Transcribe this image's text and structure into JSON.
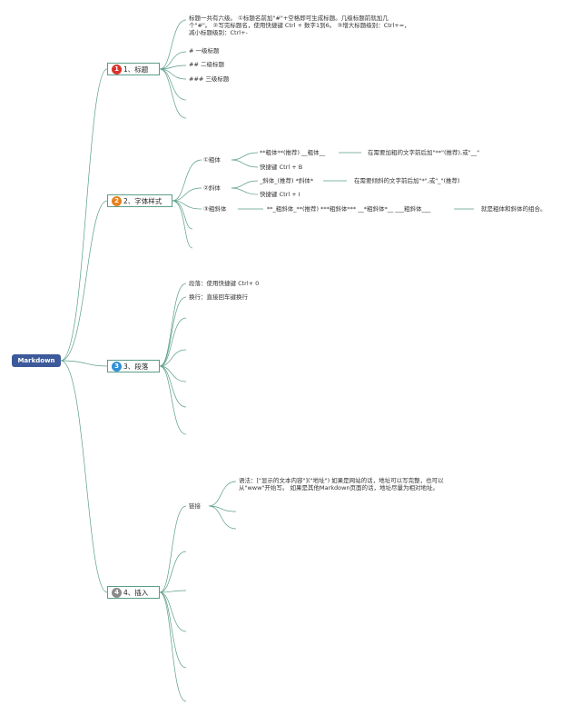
{
  "root": {
    "label": "Markdown"
  },
  "branches": [
    {
      "num": "1",
      "label": "1、标题",
      "color": "#d9342b"
    },
    {
      "num": "2",
      "label": "2、字体样式",
      "color": "#e8801e"
    },
    {
      "num": "3",
      "label": "3、段落",
      "color": "#2f8fd8"
    },
    {
      "num": "4",
      "label": "4、插入",
      "color": "#8a8a8a"
    }
  ],
  "heading": {
    "intro_line1": "标题一共有六级。 ①标题名前加\"#\"+空格即可生成标题。几级标题前就加几",
    "intro_line2": "个\"#\"。 ②写完标题名，使用快捷键 Ctrl + 数字1到6。 ③增大标题级别：Ctrl+=，",
    "intro_line3": "减小标题级别：Ctrl+-",
    "examples": [
      "# 一级标题",
      "## 二级标题",
      "### 三级标题"
    ]
  },
  "font": {
    "bold_label": "①粗体",
    "bold_syntax": "**粗体**(推荐) __粗体__",
    "bold_desc": "在需要加粗的文字前后加\"**\"(推荐),或\"__\"",
    "bold_shortcut": "快捷键 Ctrl + B",
    "italic_label": "②斜体",
    "italic_syntax": "_斜体_(推荐) *斜体*",
    "italic_desc": "在需要倾斜的文字前后加\"*\",或\"_\"(推荐)",
    "italic_shortcut": "快捷键 Ctrl + I",
    "bolditalic_label": "③粗斜体",
    "bolditalic_syntax": "**_粗斜体_**(推荐) ***粗斜体*** __*粗斜体*__ ___粗斜体___",
    "bolditalic_desc": "就是粗体和斜体的组合。"
  },
  "paragraph": {
    "line1": "段落：使用快捷键 Ctrl+ 0",
    "line2": "换行：直接回车键换行"
  },
  "insert": {
    "link_label": "链接",
    "link_desc_line1": "语法：[\"显示的文本内容\"](\"地址\") 如果是网站的话，地址可以写完整，也可以",
    "link_desc_line2": "从\"www\"开始写。 如果是其他Markdown页面的话，地址尽量为相对地址。"
  },
  "colors": {
    "connector": "#5a9d8a",
    "root_fill": "#3c5a9a"
  }
}
